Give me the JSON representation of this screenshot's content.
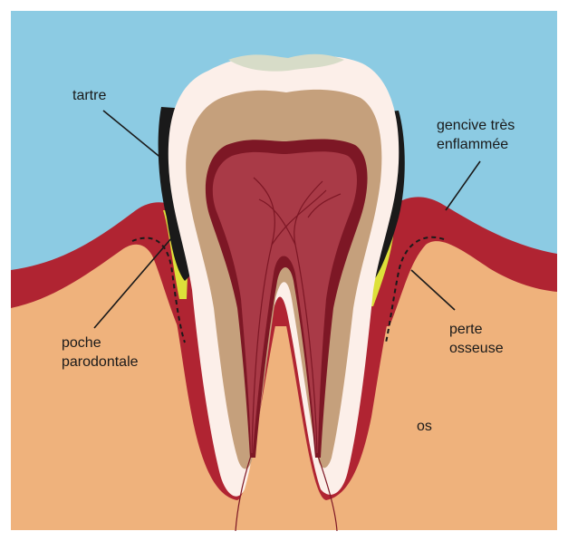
{
  "labels": {
    "tartre": "tartre",
    "gencive": [
      "gencive très",
      "enflammée"
    ],
    "poche": [
      "poche",
      "parodontale"
    ],
    "perte": [
      "perte",
      "osseuse"
    ],
    "os": "os"
  },
  "colors": {
    "sky": "#8ccbe3",
    "bone": "#efb27c",
    "gum": "#b02432",
    "tartar": "#1a1a1a",
    "plaque": "#dde13a",
    "enamel": "#fcefe9",
    "dentin": "#c5a07c",
    "pulp": "#a93a47",
    "nerve": "#7d1725",
    "crown_top": "#d7dcc8"
  }
}
